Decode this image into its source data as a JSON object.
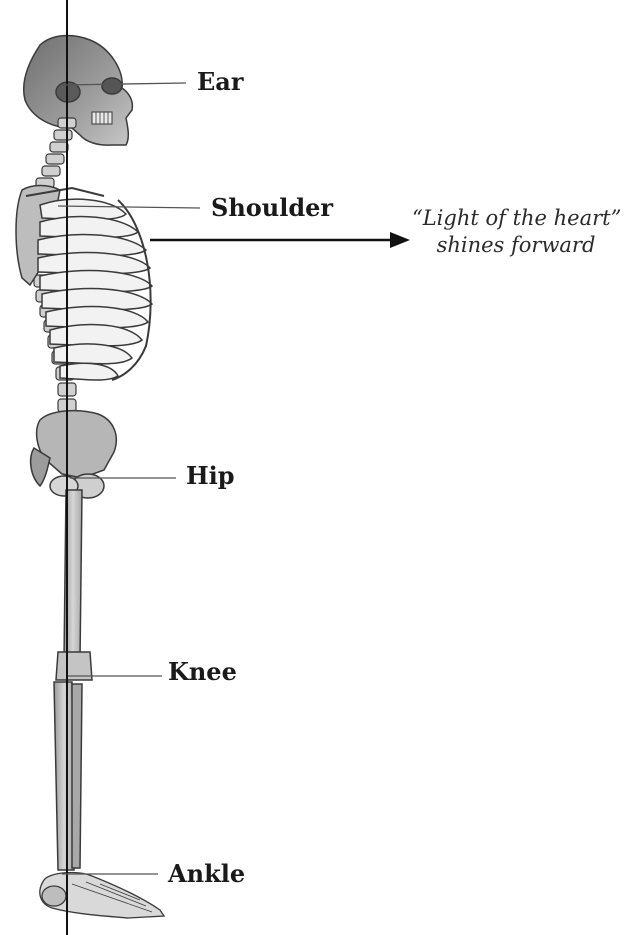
{
  "labels": {
    "ear": "Ear",
    "shoulder": "Shoulder",
    "hip": "Hip",
    "knee": "Knee",
    "ankle": "Ankle"
  },
  "note": {
    "line1": "“Light of the heart”",
    "line2": "shines forward"
  },
  "colors": {
    "bone_light": "#e6e6e6",
    "bone_mid": "#b8b8b8",
    "bone_dark": "#7a7a7a",
    "outline": "#3a3a3a",
    "plumb_line": "#111111"
  }
}
